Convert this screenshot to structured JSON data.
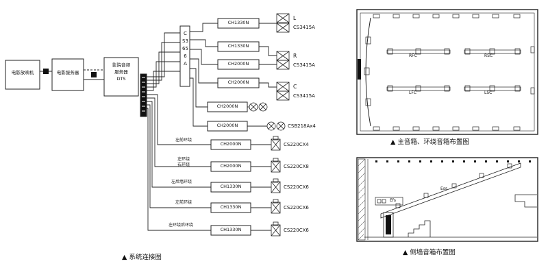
{
  "captions": {
    "system": "▲  系统连接图",
    "main": "▲  主音箱、环绕音箱布置图",
    "side": "▲  侧墙音箱布置图"
  },
  "sources": {
    "projector": "电影放映机",
    "server": "电影服务器",
    "audio1": "影院音频",
    "audio2": "服务器",
    "audio3": "DTS"
  },
  "processor": "CS3656A",
  "amps": {
    "top": [
      "CH1330N",
      "CH1330N",
      "CH2000N",
      "CH2000N"
    ],
    "sub": [
      "CH2000N",
      "CH2000N"
    ],
    "surround": [
      "CH2000N",
      "CH2000N",
      "CH1330N",
      "CH1330N",
      "CH1330N"
    ]
  },
  "mains": {
    "channels": [
      "L",
      "R",
      "C"
    ],
    "model": "CS3415A"
  },
  "sub_model": "CSB218Ax4",
  "surround_models": [
    "CS220CX4",
    "CS220CX8",
    "CS220CX6",
    "CS220CX6",
    "CS220CX6"
  ],
  "surround_labels": [
    [
      "左前环绕"
    ],
    [
      "左环绕",
      "右环绕"
    ],
    [
      "左后墙环绕"
    ],
    [
      "左前环绕"
    ],
    [
      "左环绕后环绕"
    ]
  ],
  "zones": [
    "RFC",
    "RSC",
    "LFC",
    "LSC"
  ],
  "side_labels": [
    "Efs",
    "Ess"
  ]
}
